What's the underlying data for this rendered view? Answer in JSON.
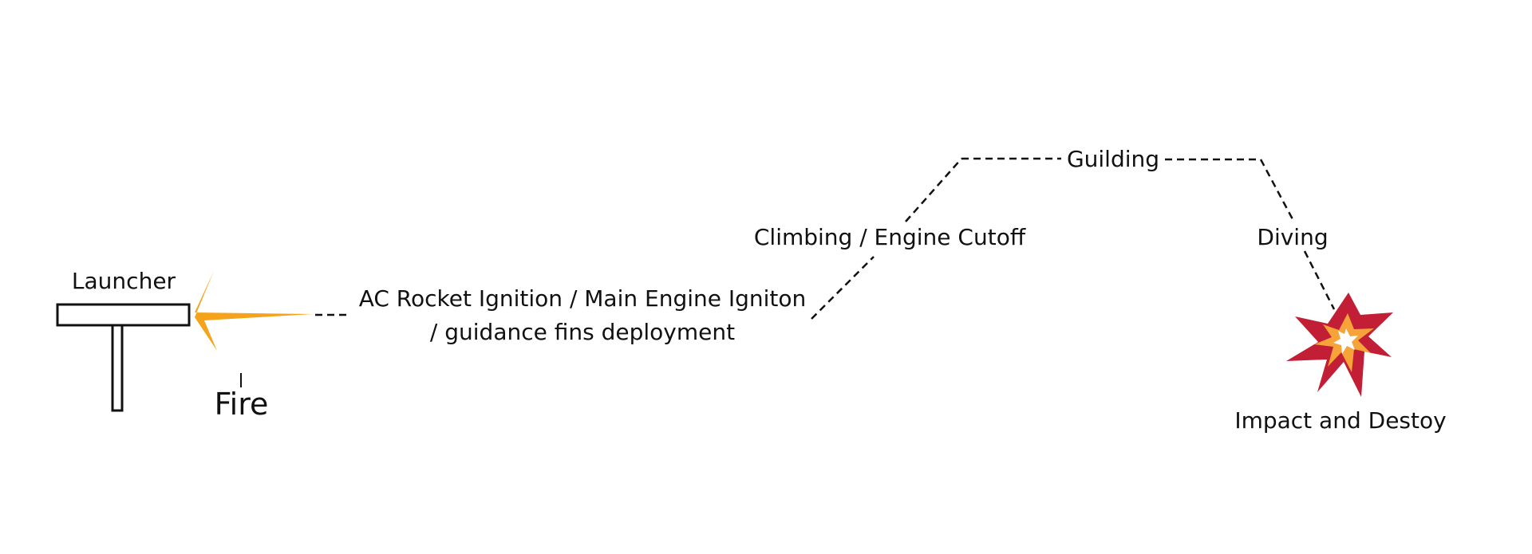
{
  "diagram": {
    "nodes": {
      "launcher": {
        "label": "Launcher"
      },
      "fire": {
        "label": "Fire"
      },
      "ignition": {
        "line1": "AC Rocket Ignition / Main Engine Igniton",
        "line2": "/ guidance fins  deployment"
      },
      "climbing": {
        "label": "Climbing / Engine Cutoff"
      },
      "guiding": {
        "label": "Guilding"
      },
      "diving": {
        "label": "Diving"
      },
      "impact": {
        "label": "Impact and Destoy"
      }
    },
    "colors": {
      "fire_arrow": "#f5a31a",
      "explosion_outer": "#c21e35",
      "explosion_middle": "#f6a33a",
      "explosion_core": "#ffffff",
      "line": "#111111"
    },
    "icons": {
      "launcher": "launcher-icon",
      "fire": "fire-arrow-icon",
      "impact": "explosion-icon"
    }
  }
}
